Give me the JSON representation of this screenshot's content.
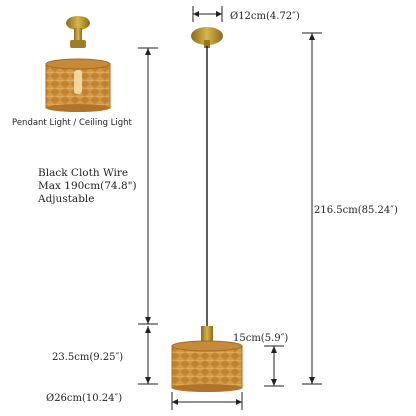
{
  "labels": {
    "product_caption": "Pendant Light / Ceiling Light",
    "wire_line1": "Black Cloth Wire",
    "wire_line2": "Max 190cm(74.8\")",
    "wire_line3": "Adjustable",
    "canopy_diameter": "Ø12cm(4.72″)",
    "total_length": "216.5cm(85.24″)",
    "lamp_height_short": "23.5cm(9.25″)",
    "shade_height": "15cm(5.9″)",
    "shade_diameter": "Ø26cm(10.24″)"
  },
  "colors": {
    "brass": "#b8912f",
    "rattan": "#c98a3a",
    "wire": "#1a1a1a",
    "dimension_line": "#222222"
  }
}
